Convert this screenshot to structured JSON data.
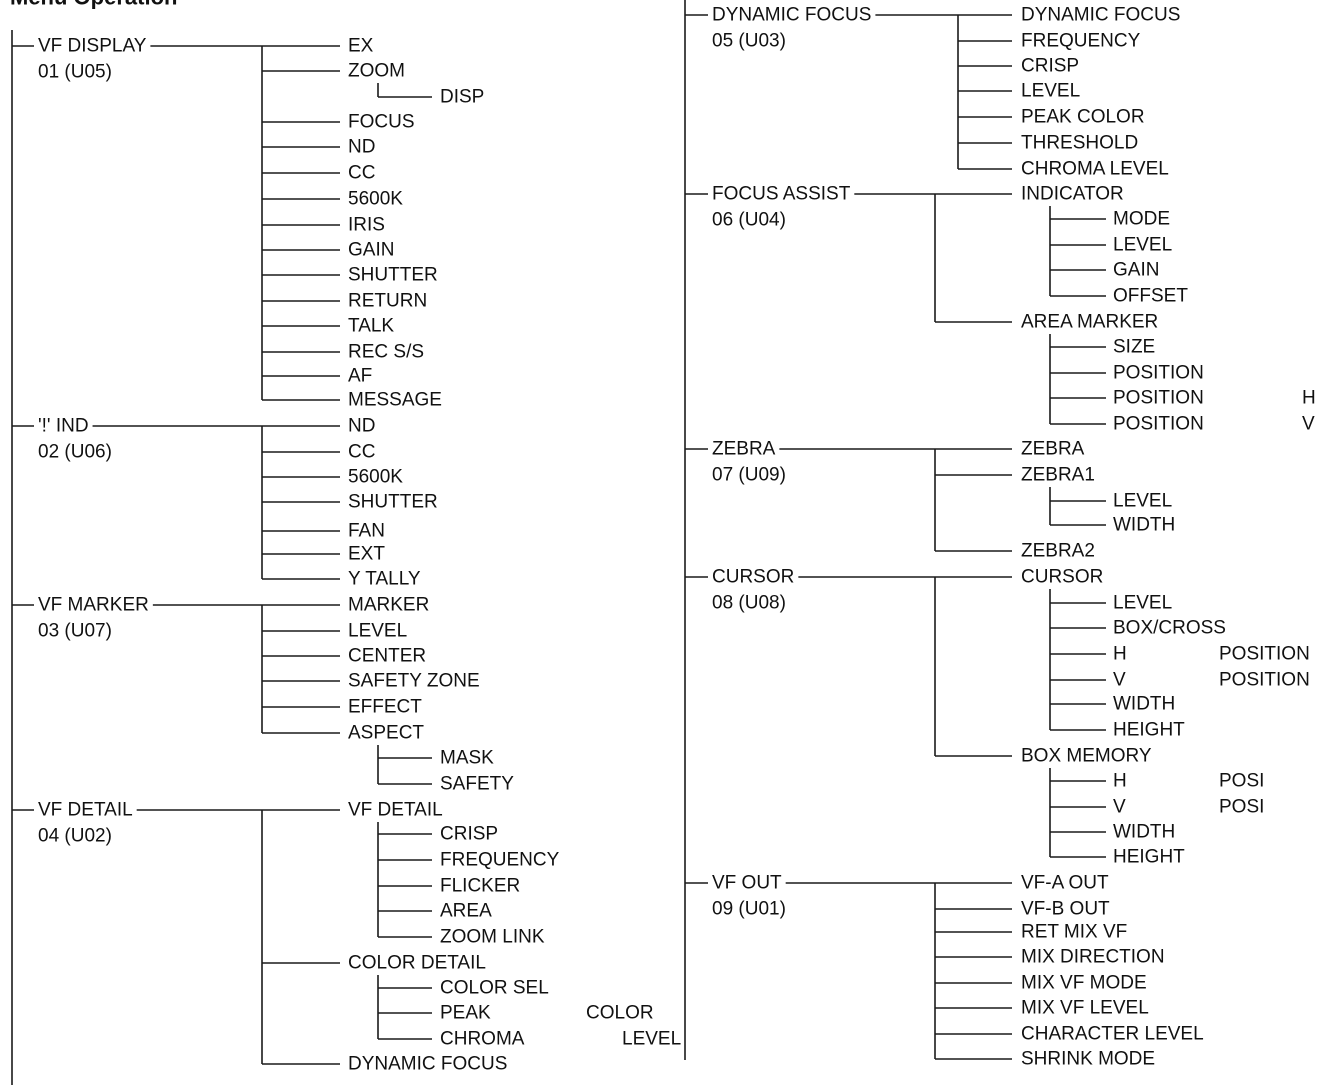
{
  "page_title": "Menu Operation",
  "groups_left": [
    {
      "name": "VF DISPLAY",
      "code": "01 (U05)",
      "items": [
        {
          "label": "EX"
        },
        {
          "label": "ZOOM",
          "children": [
            {
              "label": "DISP"
            }
          ]
        },
        {
          "label": "FOCUS"
        },
        {
          "label": "ND"
        },
        {
          "label": "CC"
        },
        {
          "label": "5600K"
        },
        {
          "label": "IRIS"
        },
        {
          "label": "GAIN"
        },
        {
          "label": "SHUTTER"
        },
        {
          "label": "RETURN"
        },
        {
          "label": "TALK"
        },
        {
          "label": "REC S/S"
        },
        {
          "label": "AF"
        },
        {
          "label": "MESSAGE"
        }
      ]
    },
    {
      "name": "'!' IND",
      "code": "02 (U06)",
      "items": [
        {
          "label": "ND"
        },
        {
          "label": "CC"
        },
        {
          "label": "5600K"
        },
        {
          "label": "SHUTTER"
        },
        {
          "label": "FAN"
        },
        {
          "label": "EXT"
        },
        {
          "label": "Y TALLY"
        }
      ]
    },
    {
      "name": "VF MARKER",
      "code": "03 (U07)",
      "items": [
        {
          "label": "MARKER"
        },
        {
          "label": "LEVEL"
        },
        {
          "label": "CENTER"
        },
        {
          "label": "SAFETY ZONE"
        },
        {
          "label": "EFFECT"
        },
        {
          "label": "ASPECT",
          "children": [
            {
              "label": "MASK"
            },
            {
              "label": "SAFETY"
            }
          ]
        }
      ]
    },
    {
      "name": "VF DETAIL",
      "code": "04 (U02)",
      "items": [
        {
          "label": "VF DETAIL",
          "children": [
            {
              "label": "CRISP"
            },
            {
              "label": "FREQUENCY"
            },
            {
              "label": "FLICKER"
            },
            {
              "label": "AREA"
            },
            {
              "label": "ZOOM LINK"
            }
          ]
        },
        {
          "label": "COLOR DETAIL",
          "children": [
            {
              "label": "COLOR SEL"
            },
            {
              "label": "PEAK",
              "suffix": "COLOR"
            },
            {
              "label": "CHROMA",
              "suffix": "LEVEL"
            }
          ]
        },
        {
          "label": "DYNAMIC FOCUS"
        }
      ]
    }
  ],
  "groups_right": [
    {
      "name": "DYNAMIC FOCUS",
      "code": "05 (U03)",
      "items": [
        {
          "label": "DYNAMIC FOCUS"
        },
        {
          "label": "FREQUENCY"
        },
        {
          "label": "CRISP"
        },
        {
          "label": "LEVEL"
        },
        {
          "label": "PEAK COLOR"
        },
        {
          "label": "THRESHOLD"
        },
        {
          "label": "CHROMA LEVEL"
        }
      ]
    },
    {
      "name": "FOCUS ASSIST",
      "code": "06 (U04)",
      "items": [
        {
          "label": "INDICATOR",
          "children": [
            {
              "label": "MODE"
            },
            {
              "label": "LEVEL"
            },
            {
              "label": "GAIN"
            },
            {
              "label": "OFFSET"
            }
          ]
        },
        {
          "label": "AREA MARKER",
          "children": [
            {
              "label": "SIZE"
            },
            {
              "label": "POSITION"
            },
            {
              "label": "POSITION",
              "suffix": "H"
            },
            {
              "label": "POSITION",
              "suffix": "V"
            }
          ]
        }
      ]
    },
    {
      "name": "ZEBRA",
      "code": "07 (U09)",
      "items": [
        {
          "label": "ZEBRA"
        },
        {
          "label": "ZEBRA1",
          "children": [
            {
              "label": "LEVEL"
            },
            {
              "label": "WIDTH"
            }
          ]
        },
        {
          "label": "ZEBRA2"
        }
      ]
    },
    {
      "name": "CURSOR",
      "code": "08 (U08)",
      "items": [
        {
          "label": "CURSOR",
          "children": [
            {
              "label": "LEVEL"
            },
            {
              "label": "BOX/CROSS"
            },
            {
              "label": "H",
              "suffix": "POSITION"
            },
            {
              "label": "V",
              "suffix": "POSITION"
            },
            {
              "label": "WIDTH"
            },
            {
              "label": "HEIGHT"
            }
          ]
        },
        {
          "label": "BOX MEMORY",
          "children": [
            {
              "label": "H",
              "suffix": "POSI"
            },
            {
              "label": "V",
              "suffix": "POSI"
            },
            {
              "label": "WIDTH"
            },
            {
              "label": "HEIGHT"
            }
          ]
        }
      ]
    },
    {
      "name": "VF OUT",
      "code": "09 (U01)",
      "items": [
        {
          "label": "VF-A OUT"
        },
        {
          "label": "VF-B OUT"
        },
        {
          "label": "RET MIX VF"
        },
        {
          "label": "MIX DIRECTION"
        },
        {
          "label": "MIX VF MODE"
        },
        {
          "label": "MIX VF LEVEL"
        },
        {
          "label": "CHARACTER LEVEL"
        },
        {
          "label": "SHRINK MODE"
        }
      ]
    }
  ]
}
